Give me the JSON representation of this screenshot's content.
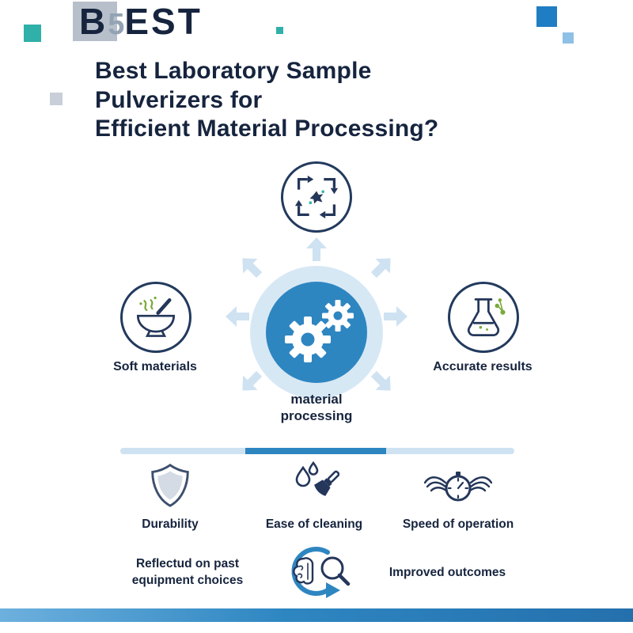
{
  "logo": {
    "part1": "B",
    "part2": "5",
    "part3": "EST"
  },
  "title": {
    "line1": "Best Laboratory Sample",
    "line2": "Pulverizers for",
    "line3": "Efficient Material Processing?"
  },
  "hub": {
    "top_icon": "pulverizer-crusher-icon",
    "center_icon": "gears-icon",
    "center_label_line1": "material",
    "center_label_line2": "processing",
    "left": {
      "icon": "mortar-pestle-icon",
      "label": "Soft materials"
    },
    "right": {
      "icon": "flask-molecules-icon",
      "label": "Accurate results"
    }
  },
  "features": [
    {
      "icon": "shield-icon",
      "label": "Durability"
    },
    {
      "icon": "water-drops-brush-icon",
      "label": "Ease of cleaning"
    },
    {
      "icon": "winged-stopwatch-icon",
      "label": "Speed of operation"
    }
  ],
  "bottom": {
    "left_line1": "Reflectud on past",
    "left_line2": "equipment choices",
    "icon": "brain-magnifier-cycle-icon",
    "right_label": "Improved outcomes"
  },
  "colors": {
    "navy": "#16243e",
    "blue": "#2e86c1",
    "light_blue": "#d7e8f5",
    "pale_arrow": "#cfe2f2",
    "teal": "#2fb0a8",
    "gray": "#b7c0ca",
    "green": "#7aa93c"
  }
}
